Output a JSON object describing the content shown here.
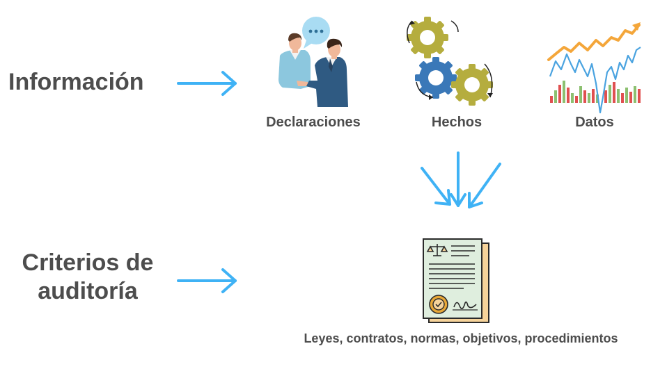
{
  "left_labels": {
    "informacion": "Información",
    "criterios_line1": "Criterios de",
    "criterios_line2": "auditoría"
  },
  "sources": {
    "declaraciones": "Declaraciones",
    "hechos": "Hechos",
    "datos": "Datos"
  },
  "criteria_caption": "Leyes, contratos, normas, objetivos, procedimientos",
  "colors": {
    "arrow": "#3fb2f5",
    "text": "#4d4d4d",
    "gear_olive": "#b5ad3e",
    "gear_blue": "#3a78b8",
    "line_orange": "#f4a63a",
    "line_blue": "#4aa3e0",
    "bar_red": "#e05050",
    "bar_green": "#8cc070"
  }
}
